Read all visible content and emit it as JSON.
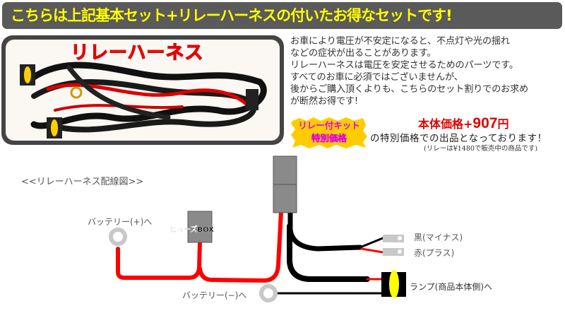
{
  "banner": {
    "text": "こちらは上記基本セット+リレーハーネスの付いたお得なセットです!"
  },
  "photo": {
    "title": "リレーハーネス"
  },
  "description": {
    "lines": [
      "お車により電圧が不安定になると、不点灯や光の揺れ",
      "などの症状が出ることがあります。",
      "リレーハーネスは電圧を安定させるためのパーツです。",
      "すべてのお車に必須ではございませんが、",
      "後からご購入頂くよりも、こちらのセット割りでのお求め",
      "が断然お得です!"
    ]
  },
  "badge": {
    "line1": "リレー付キット",
    "line2": "特別価格"
  },
  "price": {
    "prefix": "本体価格+",
    "amount": "907",
    "unit": "円",
    "note": "の特別価格での出品となっております！",
    "subnote": "(リレーは¥1480で販売中の商品です)"
  },
  "diagram": {
    "title": "<<リレーハーネス配線図>>",
    "battery_plus": "バッテリー(+)へ",
    "fuse_box": "ヒューズBOX",
    "black_minus": "黒(マイナス)",
    "red_plus": "赤(プラス)",
    "lamp": "ランプ(商品本体側)へ",
    "battery_minus": "バッテリー(−)へ"
  },
  "colors": {
    "banner_bg": "#5a5a5a",
    "banner_text": "#ffff00",
    "price": "#e00000",
    "wire_red": "#ff0000",
    "wire_black": "#000000"
  }
}
